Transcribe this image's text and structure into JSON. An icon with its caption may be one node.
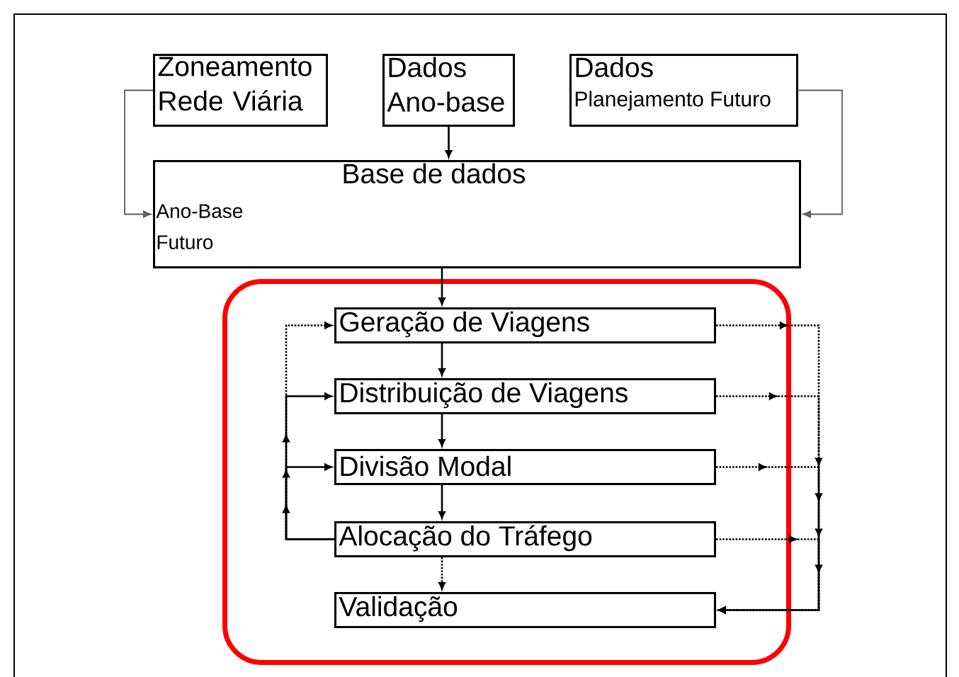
{
  "diagram": {
    "nodes": [
      {
        "text": [
          "Zoneamento Rede Viária"
        ]
      },
      {
        "text": [
          "Dados Ano-base"
        ]
      },
      {
        "text": [
          "Dados",
          "Planejamento Futuro"
        ]
      },
      {
        "text": [
          "Base de dados",
          "Ano-Base",
          "Futuro"
        ]
      },
      {
        "text": [],
        "shape": "box"
      },
      {
        "text": [
          "Geração de Viagens"
        ],
        "in": 4
      },
      {
        "text": [
          "Distribuição de Viagens"
        ],
        "in": 4
      },
      {
        "text": [
          "Divisão Modal"
        ],
        "in": 4
      },
      {
        "text": [
          "Alocação do Tráfego"
        ],
        "in": 4
      },
      {
        "text": [
          "Validação"
        ],
        "in": 4
      }
    ],
    "edges": [
      {
        "from": 0,
        "to": 3,
        "arrow": "to",
        "color": "#606060"
      },
      {
        "from": 1,
        "to": 3,
        "arrow": "to"
      },
      {
        "from": 2,
        "to": 3,
        "arrow": "to",
        "color": "#606060"
      },
      {
        "from": 3,
        "to": 5,
        "arrow": "to"
      },
      {
        "from": 5,
        "to": 6,
        "arrow": "to"
      },
      {
        "from": 6,
        "to": 7,
        "arrow": "to"
      },
      {
        "from": 7,
        "to": 8,
        "arrow": "to"
      },
      {
        "from": 8,
        "to": 9,
        "arrow": "to",
        "style": "dashed"
      },
      {
        "from": 8,
        "to": 7,
        "arrow": "to"
      },
      {
        "from": 8,
        "to": 6,
        "arrow": "to"
      },
      {
        "from": 8,
        "to": 5,
        "arrow": "to",
        "style": "dashed"
      },
      {
        "from": 5,
        "to": 9,
        "arrow": "to",
        "style": "dashed"
      },
      {
        "from": 6,
        "to": 9,
        "arrow": "to",
        "style": "dashed"
      },
      {
        "from": 7,
        "to": 9,
        "arrow": "to",
        "style": "dashed"
      },
      {
        "from": 8,
        "to": 9,
        "arrow": "to",
        "style": "dashed"
      }
    ]
  }
}
